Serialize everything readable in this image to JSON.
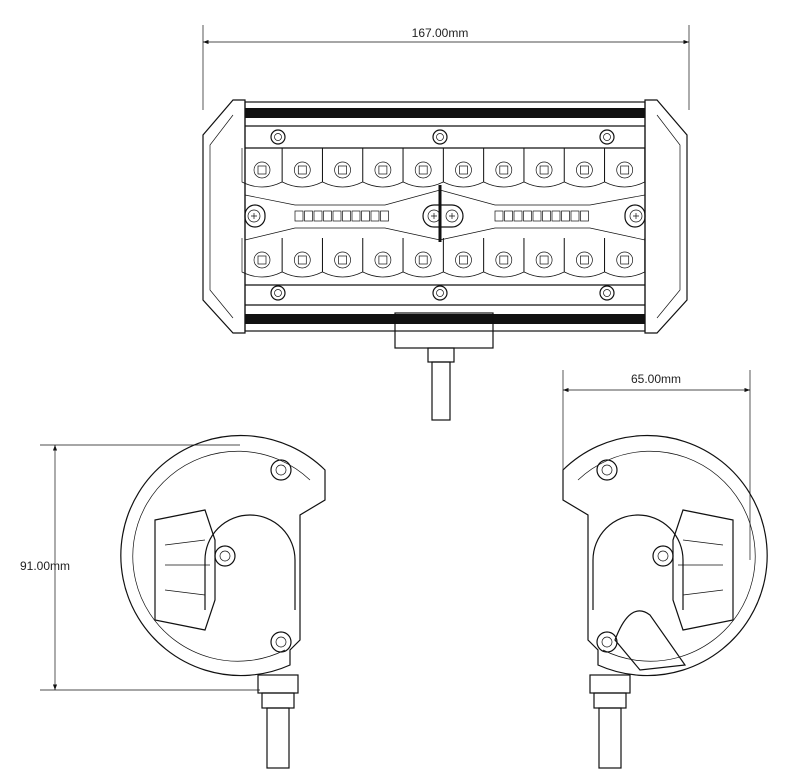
{
  "dimensions": {
    "width": "167.00mm",
    "depth": "65.00mm",
    "height": "91.00mm"
  },
  "led_bar": {
    "leds_per_row": 10,
    "rows": 2,
    "indicator_segments_per_side": 10
  }
}
